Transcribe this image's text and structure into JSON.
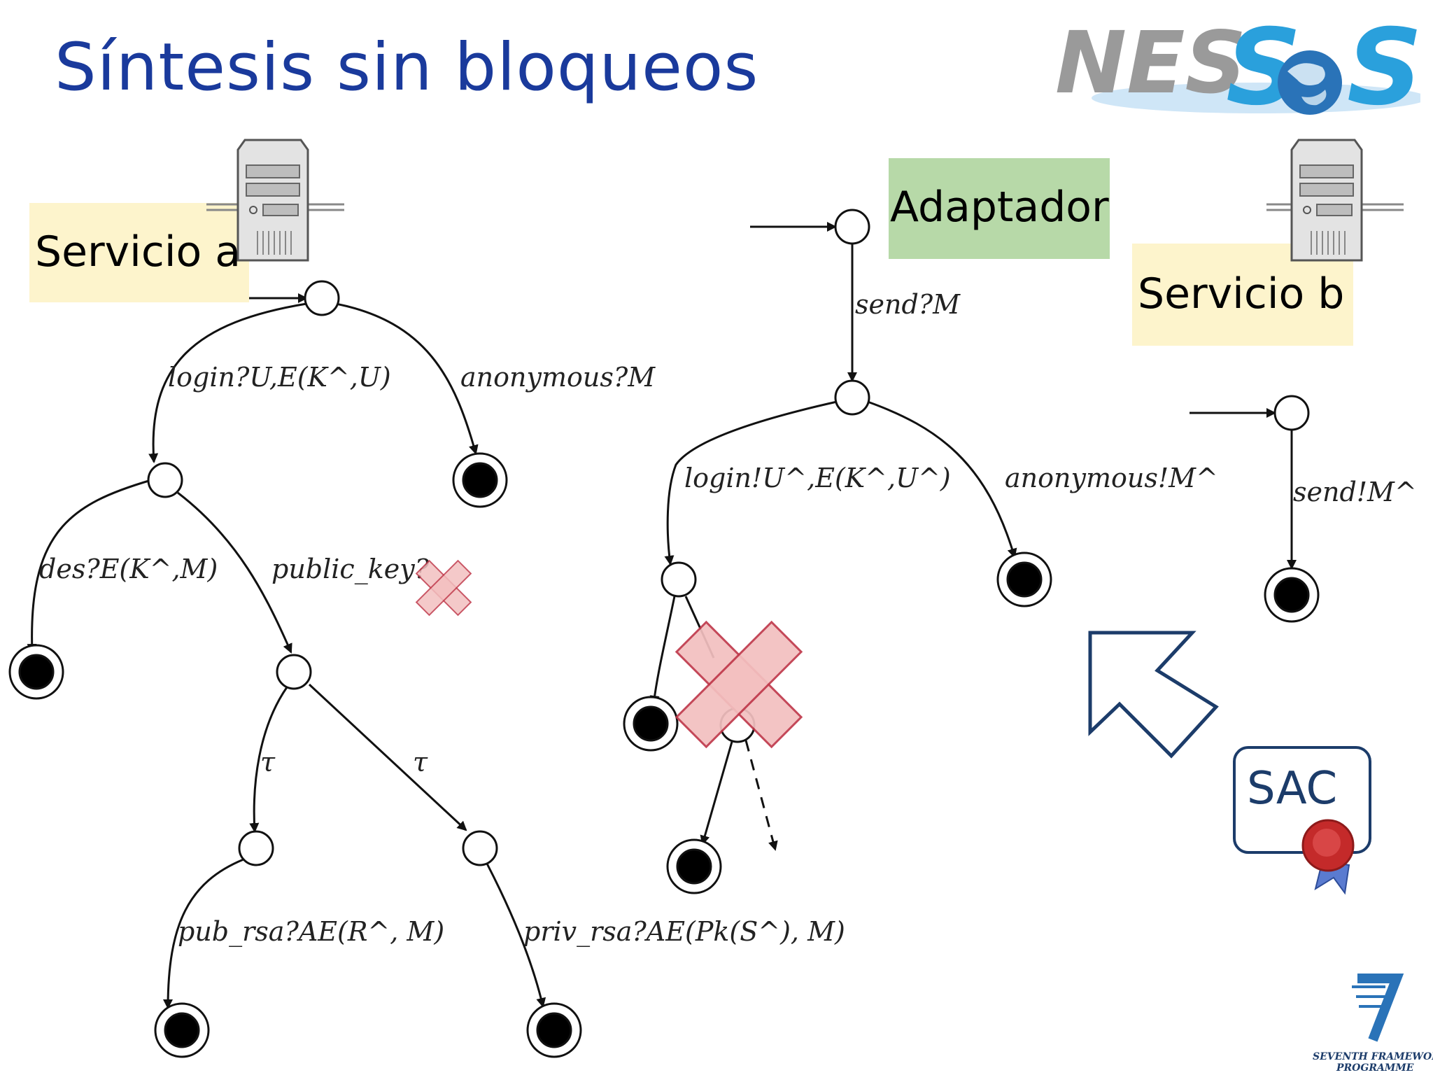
{
  "slide": {
    "title": "Síntesis sin bloqueos",
    "boxes": {
      "servicio_a": "Servicio a",
      "servicio_b": "Servicio b",
      "adaptador": "Adaptador",
      "sac": "SAC"
    },
    "logo": {
      "brand": "NESSoS",
      "brand_left": "NES",
      "brand_right": "S",
      "program": [
        "SEVENTH FRAMEWORK",
        "PROGRAMME"
      ]
    }
  },
  "diagram": {
    "service_a_labels": {
      "login": "login?U,E(K^,U)",
      "anonymous": "anonymous?M",
      "des": "des?E(K^,M)",
      "public_key": "public_key?",
      "tau_left": "τ",
      "tau_right": "τ",
      "pub_rsa": "pub_rsa?AE(R^, M)",
      "priv_rsa": "priv_rsa?AE(Pk(S^), M)"
    },
    "adaptor_labels": {
      "send": "send?M",
      "login": "login!U^,E(K^,U^)",
      "anonymous": "anonymous!M^"
    },
    "service_b_labels": {
      "send": "send!M^"
    }
  },
  "colors": {
    "title": "#1a3a9c",
    "box_yellow": "#fdf4cc",
    "box_green": "#b7d9a8",
    "cross_fill": "#f3c0c0",
    "cross_stroke": "#c0394b",
    "arrow_outline": "#1c3c6a"
  }
}
